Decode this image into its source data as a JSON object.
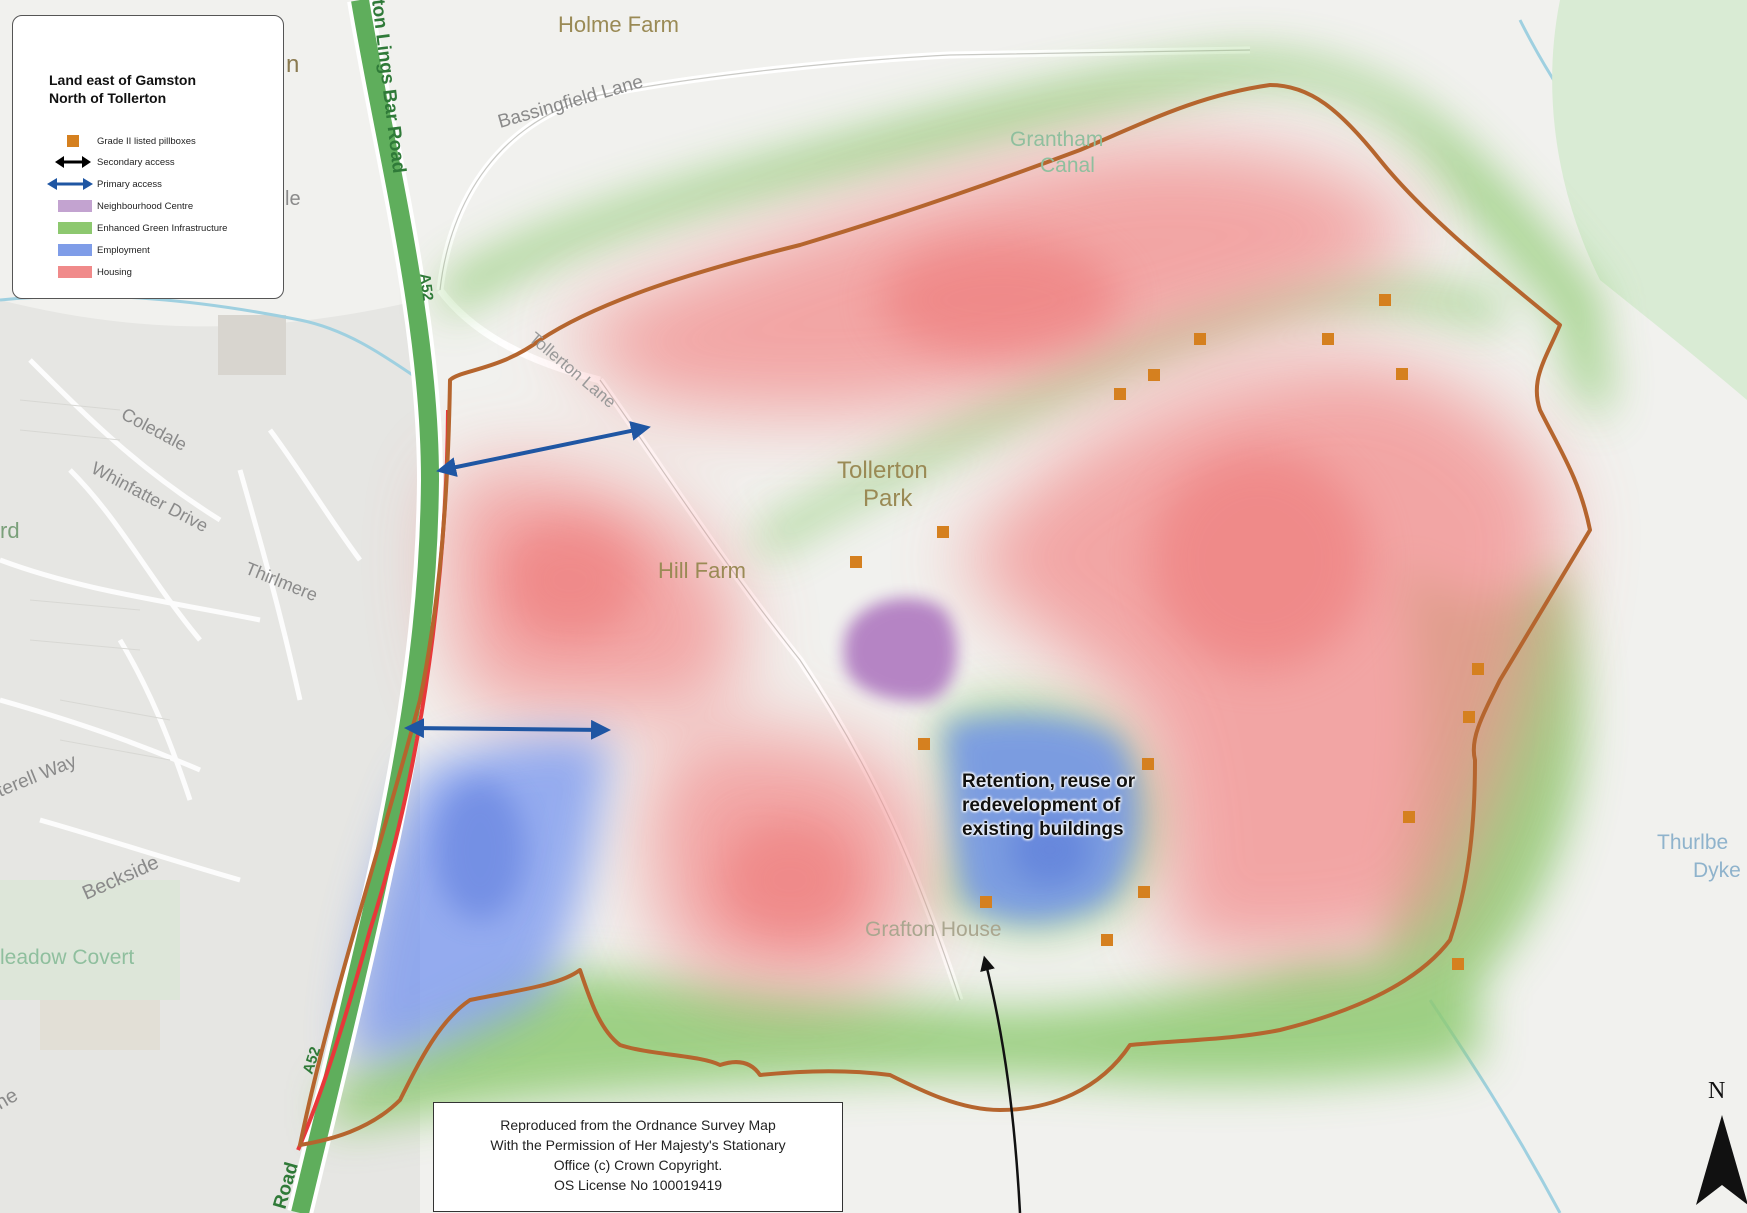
{
  "legend": {
    "title_line1": "Land east of Gamston",
    "title_line2": "North of Tollerton",
    "items": [
      {
        "label": "Grade II listed pillboxes",
        "icon": "square-marker",
        "color": "#d5801f"
      },
      {
        "label": "Secondary access",
        "icon": "double-arrow",
        "color": "#000000"
      },
      {
        "label": "Primary access",
        "icon": "double-arrow",
        "color": "#1f56a3"
      },
      {
        "label": "Neighbourhood Centre",
        "icon": "fill-swatch",
        "color": "#b48ec2"
      },
      {
        "label": "Enhanced Green Infrastructure",
        "icon": "fill-swatch",
        "color": "#8dc86f"
      },
      {
        "label": "Employment",
        "icon": "fill-swatch",
        "color": "#7f9de8"
      },
      {
        "label": "Housing",
        "icon": "fill-swatch",
        "color": "#f08a8a"
      }
    ]
  },
  "map_labels": {
    "holme_farm": "Holme Farm",
    "bassingfield_lane": "Bassingfield Lane",
    "grantham_canal_1": "Grantham",
    "grantham_canal_2": "Canal",
    "lings_bar_road": "ton Lings Bar Road",
    "a52_north": "A52",
    "a52_south": "A52",
    "road_bottom": "Road",
    "tollerton_lane": "Tollerton Lane",
    "coledale": "Coledale",
    "whinfatter_drive": "Whinfatter Drive",
    "thirlmere": "Thirlmere",
    "tollerton_park_1": "Tollerton",
    "tollerton_park_2": "Park",
    "hill_farm": "Hill Farm",
    "terell_way": "terell Way",
    "beckside": "Beckside",
    "meadow_covert": "leadow Covert",
    "grafton_house": "Grafton House",
    "thurlbeck_1": "Thurlbe",
    "thurlbeck_2": "Dyke",
    "edge_rd": "rd",
    "edge_ne": "ne",
    "edge_n": "n",
    "edge_le": "le"
  },
  "annotation": {
    "line1": "Retention, reuse or",
    "line2": "redevelopment of",
    "line3": "existing buildings"
  },
  "copyright": {
    "line1": "Reproduced from the Ordnance Survey Map",
    "line2": "With the Permission of Her Majesty's Stationary",
    "line3": "Office (c) Crown Copyright.",
    "line4": "OS License No 100019419"
  },
  "north_arrow": {
    "label": "N",
    "icon": "north-arrow-icon"
  },
  "colors": {
    "site_boundary": "#b5652e",
    "road_red": "#e8383a",
    "road_green": "#5fae5c",
    "pillbox": "#d5801f",
    "primary_access": "#1f56a3"
  }
}
